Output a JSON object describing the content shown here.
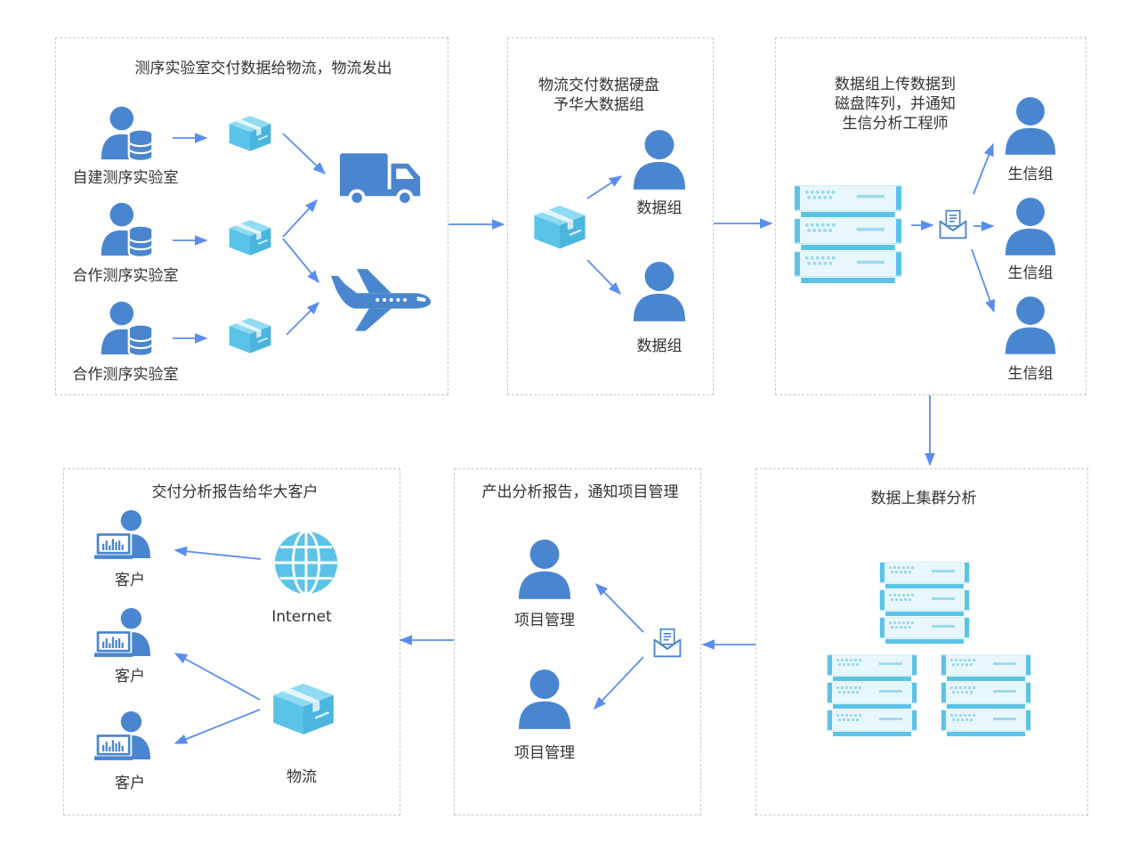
{
  "colors": {
    "primary_blue": "#4a86d0",
    "light_blue": "#5cc3e8",
    "arrow": "#5b8def",
    "border": "#c9c9c9"
  },
  "panels": {
    "lab_ship": {
      "title": "测序实验室交付数据给物流，物流发出",
      "labs": [
        "自建测序实验室",
        "合作测序实验室",
        "合作测序实验室"
      ],
      "icons": [
        "lab-user-database-icon",
        "package-box-icon",
        "delivery-truck-icon",
        "airplane-icon"
      ]
    },
    "logistics_hand": {
      "title": "物流交付数据硬盘\n予华大数据组",
      "groups": [
        "数据组",
        "数据组"
      ],
      "icons": [
        "package-box-icon",
        "user-icon"
      ]
    },
    "upload_notify": {
      "title": "数据组上传数据到\n磁盘阵列，并通知\n生信分析工程师",
      "groups": [
        "生信组",
        "生信组",
        "生信组"
      ],
      "icons": [
        "server-rack-icon",
        "mail-icon",
        "user-icon"
      ]
    },
    "cluster_analysis": {
      "title": "数据上集群分析",
      "icons": [
        "server-rack-icon"
      ]
    },
    "report_notify": {
      "title": "产出分析报告，通知项目管理",
      "managers": [
        "项目管理",
        "项目管理"
      ],
      "icons": [
        "mail-icon",
        "user-icon"
      ]
    },
    "deliver_report": {
      "title": "交付分析报告给华大客户",
      "customers": [
        "客户",
        "客户",
        "客户"
      ],
      "internet_label": "Internet",
      "logistics_label": "物流",
      "icons": [
        "customer-computer-icon",
        "globe-icon",
        "package-box-icon"
      ]
    }
  }
}
